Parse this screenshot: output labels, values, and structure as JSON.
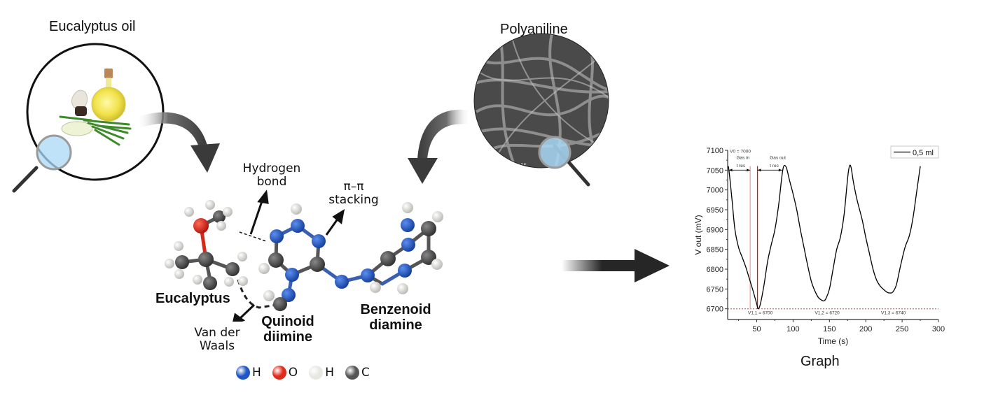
{
  "titles": {
    "eucalyptus_oil": "Eucalyptus oil",
    "polyaniline": "Polyaniline",
    "graph": "Graph"
  },
  "molecule_labels": {
    "hydrogen_bond": [
      "Hydrogen",
      "bond"
    ],
    "pi_stacking": [
      "π–π",
      "stacking"
    ],
    "eucalyptus": "Eucalyptus",
    "quinoid": [
      "Quinoid",
      "diimine"
    ],
    "benzenoid": [
      "Benzenoid",
      "diamine"
    ],
    "van_der_waals": [
      "Van der",
      "Waals"
    ]
  },
  "atom_legend": [
    {
      "symbol": "H",
      "color": "#1f55c4"
    },
    {
      "symbol": "O",
      "color": "#e02a1a"
    },
    {
      "symbol": "H",
      "color": "#e8e8e3"
    },
    {
      "symbol": "C",
      "color": "#555555"
    }
  ],
  "sem_scale_text": "0 kV BE",
  "colors": {
    "arrow": "#3a3a3a",
    "circle_stroke": "#111111",
    "lens": "#a9d8f5",
    "sem_bg": "#4a4a4a"
  },
  "chart_data": {
    "type": "line",
    "title": "",
    "xlabel": "Time (s)",
    "ylabel": "V out (mV)",
    "xlim": [
      10,
      300
    ],
    "ylim": [
      6673,
      7100
    ],
    "xticks": [
      50,
      100,
      150,
      200,
      250,
      300
    ],
    "yticks": [
      6700,
      6750,
      6800,
      6850,
      6900,
      6950,
      7000,
      7050,
      7100
    ],
    "grid": false,
    "legend": {
      "position": "top-right",
      "entries": [
        "0,5 ml"
      ]
    },
    "series": [
      {
        "name": "0,5 ml",
        "color": "#000000",
        "x": [
          11,
          13,
          16,
          20,
          25,
          30,
          35,
          40,
          45,
          50,
          52,
          55,
          60,
          65,
          70,
          75,
          80,
          84,
          86,
          88,
          91,
          95,
          100,
          105,
          110,
          115,
          120,
          125,
          130,
          135,
          140,
          142,
          145,
          150,
          155,
          160,
          165,
          170,
          174,
          176,
          178,
          180,
          183,
          188,
          195,
          200,
          205,
          210,
          215,
          220,
          225,
          230,
          233,
          237,
          242,
          248,
          254,
          260,
          265,
          270,
          275
        ],
        "y": [
          7060,
          7030,
          6975,
          6900,
          6855,
          6830,
          6805,
          6775,
          6745,
          6712,
          6700,
          6712,
          6760,
          6820,
          6862,
          6900,
          6960,
          7025,
          7052,
          7062,
          7055,
          7025,
          6990,
          6950,
          6900,
          6855,
          6810,
          6770,
          6745,
          6728,
          6721,
          6720,
          6725,
          6750,
          6800,
          6850,
          6880,
          6935,
          7010,
          7045,
          7062,
          7055,
          7020,
          6975,
          6925,
          6880,
          6840,
          6800,
          6772,
          6757,
          6748,
          6741,
          6740,
          6742,
          6760,
          6810,
          6855,
          6885,
          6930,
          6995,
          7060
        ]
      }
    ],
    "reference_lines": [
      {
        "orientation": "horizontal",
        "y": 6700,
        "color": "#e04040",
        "style": "dotted"
      },
      {
        "orientation": "vertical",
        "x": 41,
        "color": "#f5a0a0",
        "style": "solid"
      },
      {
        "orientation": "vertical",
        "x": 51,
        "color": "#d01818",
        "style": "solid"
      }
    ],
    "annotations": [
      {
        "text": "V0 = 7000",
        "x": 13,
        "y": 7094
      },
      {
        "text": "Gas in",
        "x": 22,
        "y": 7078
      },
      {
        "text": "t res",
        "x": 22,
        "y": 7058
      },
      {
        "text": "Gas out",
        "x": 68,
        "y": 7078
      },
      {
        "text": "t rec",
        "x": 68,
        "y": 7058
      },
      {
        "text": "V1,1 = 6700",
        "x": 38,
        "y": 6686
      },
      {
        "text": "V1,2 = 6720",
        "x": 130,
        "y": 6686
      },
      {
        "text": "V1,3 = 6740",
        "x": 221,
        "y": 6686
      }
    ]
  }
}
